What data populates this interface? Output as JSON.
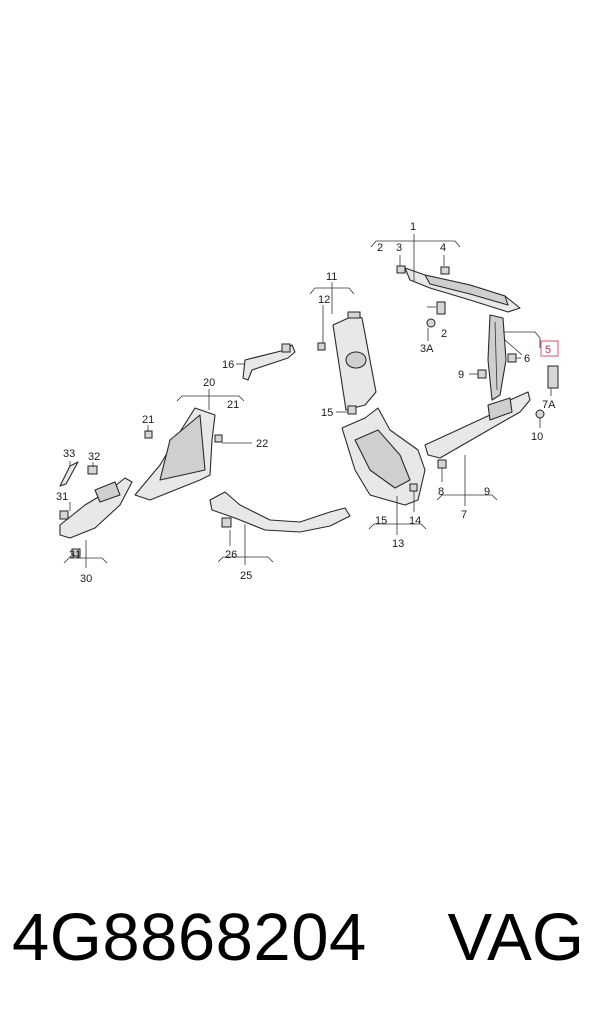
{
  "callouts": {
    "c1": "1",
    "c2a": "2",
    "c2b": "2",
    "c3": "3",
    "c3A": "3A",
    "c4": "4",
    "c5": "5",
    "c6": "6",
    "c7": "7",
    "c7A": "7A",
    "c8": "8",
    "c9a": "9",
    "c9b": "9",
    "c10": "10",
    "c11": "11",
    "c12": "12",
    "c13": "13",
    "c14": "14",
    "c15a": "15",
    "c15b": "15",
    "c16": "16",
    "c20": "20",
    "c21a": "21",
    "c21b": "21",
    "c22": "22",
    "c25": "25",
    "c26": "26",
    "c30": "30",
    "c31a": "31",
    "c31b": "31",
    "c32": "32",
    "c33": "33"
  },
  "highlighted_callout": "5",
  "highlight_color": "#e0506e",
  "footer": {
    "part_number": "4G8868204",
    "brand": "VAG"
  }
}
